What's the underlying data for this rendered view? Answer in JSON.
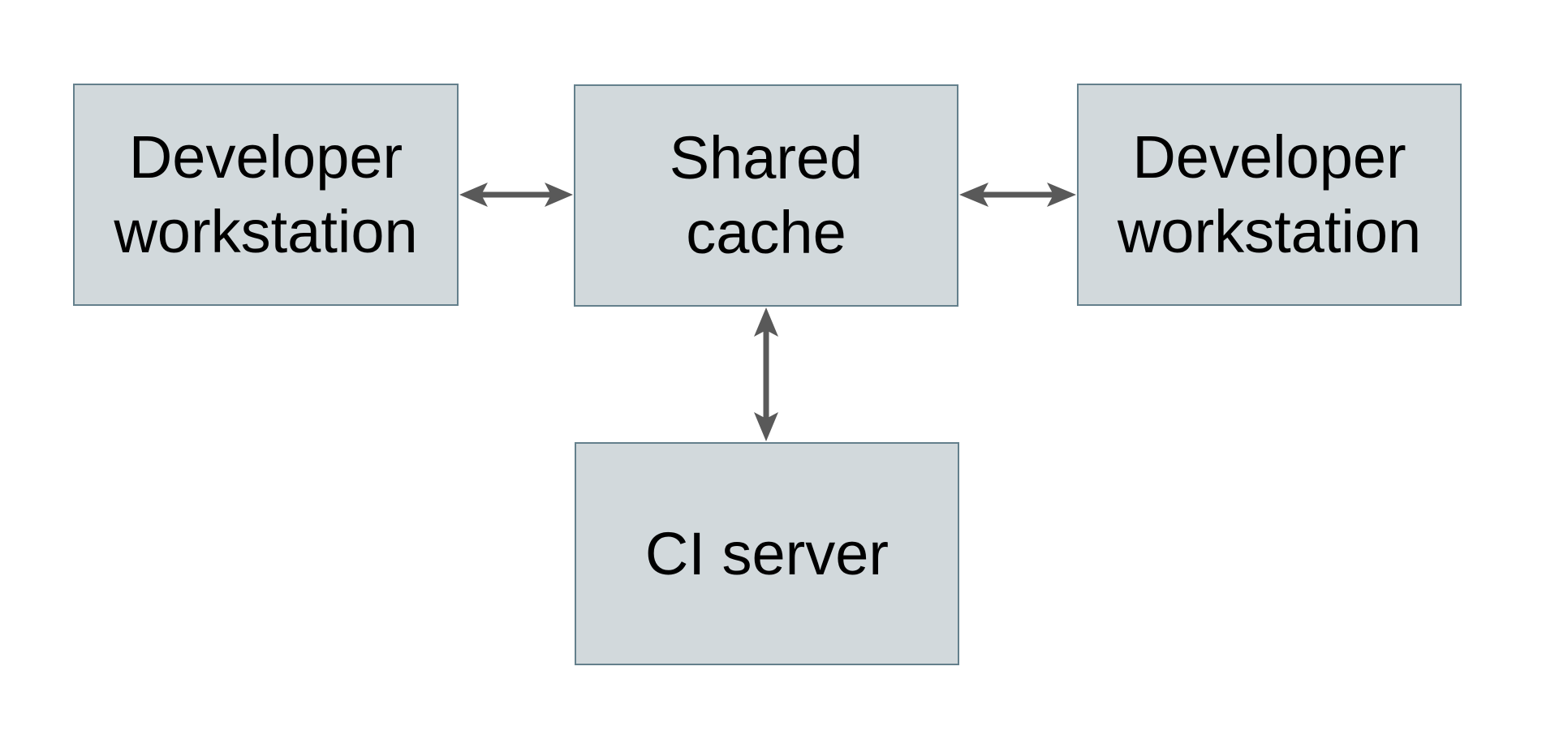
{
  "diagram": {
    "type": "architecture-diagram",
    "background": "#ffffff",
    "nodes": [
      {
        "id": "developer-workstation-left",
        "label": "Developer workstation"
      },
      {
        "id": "shared-cache",
        "label": "Shared cache"
      },
      {
        "id": "developer-workstation-right",
        "label": "Developer workstation"
      },
      {
        "id": "ci-server",
        "label": "CI server"
      }
    ],
    "edges": [
      {
        "from": "developer-workstation-left",
        "to": "shared-cache",
        "direction": "bidirectional",
        "orientation": "horizontal"
      },
      {
        "from": "shared-cache",
        "to": "developer-workstation-right",
        "direction": "bidirectional",
        "orientation": "horizontal"
      },
      {
        "from": "shared-cache",
        "to": "ci-server",
        "direction": "bidirectional",
        "orientation": "vertical"
      }
    ],
    "colors": {
      "canvas_bg": "#ffffff",
      "node_fill": "#d2d9dc",
      "node_border": "#64808c",
      "arrow": "#595959",
      "text": "#000000"
    }
  }
}
